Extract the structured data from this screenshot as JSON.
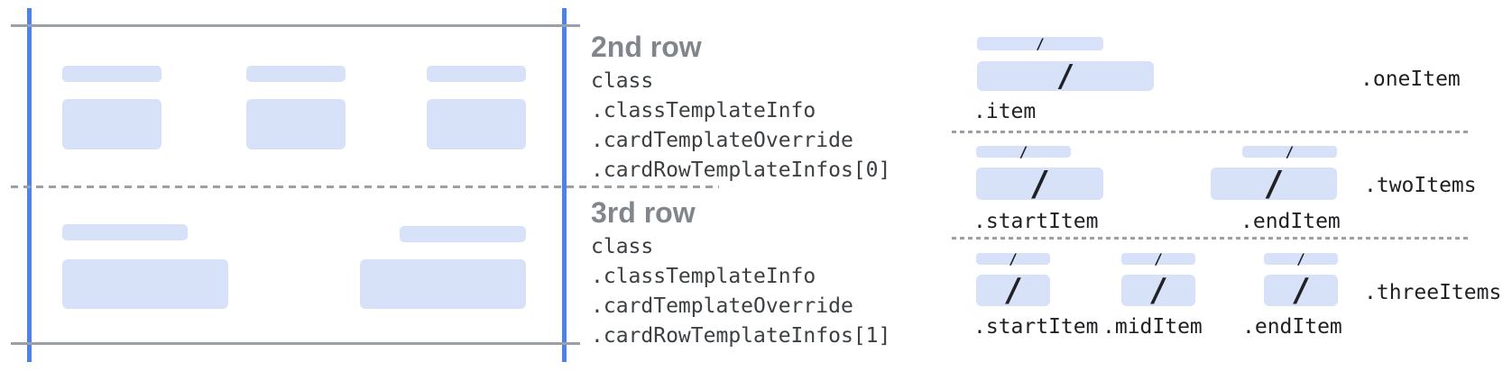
{
  "glyphs": {
    "slash": "/"
  },
  "colors": {
    "placeholder_fill": "#d7e2f9",
    "guide_blue": "#4d82e8",
    "line_gray": "#9aa0a6",
    "heading_gray": "#80868b",
    "code_text": "#3c4043",
    "slash_dark": "#202124"
  },
  "row2": {
    "title": "2nd row",
    "code_lines": [
      "class",
      ".classTemplateInfo",
      ".cardTemplateOverride",
      ".cardRowTemplateInfos[0]"
    ]
  },
  "row3": {
    "title": "3rd row",
    "code_lines": [
      "class",
      ".classTemplateInfo",
      ".cardTemplateOverride",
      ".cardRowTemplateInfos[1]"
    ]
  },
  "templates": {
    "oneItem": {
      "caption": ".oneItem",
      "items": [
        ".item"
      ]
    },
    "twoItems": {
      "caption": ".twoItems",
      "items": [
        ".startItem",
        ".endItem"
      ]
    },
    "threeItems": {
      "caption": ".threeItems",
      "items": [
        ".startItem",
        ".midItem",
        ".endItem"
      ]
    }
  }
}
